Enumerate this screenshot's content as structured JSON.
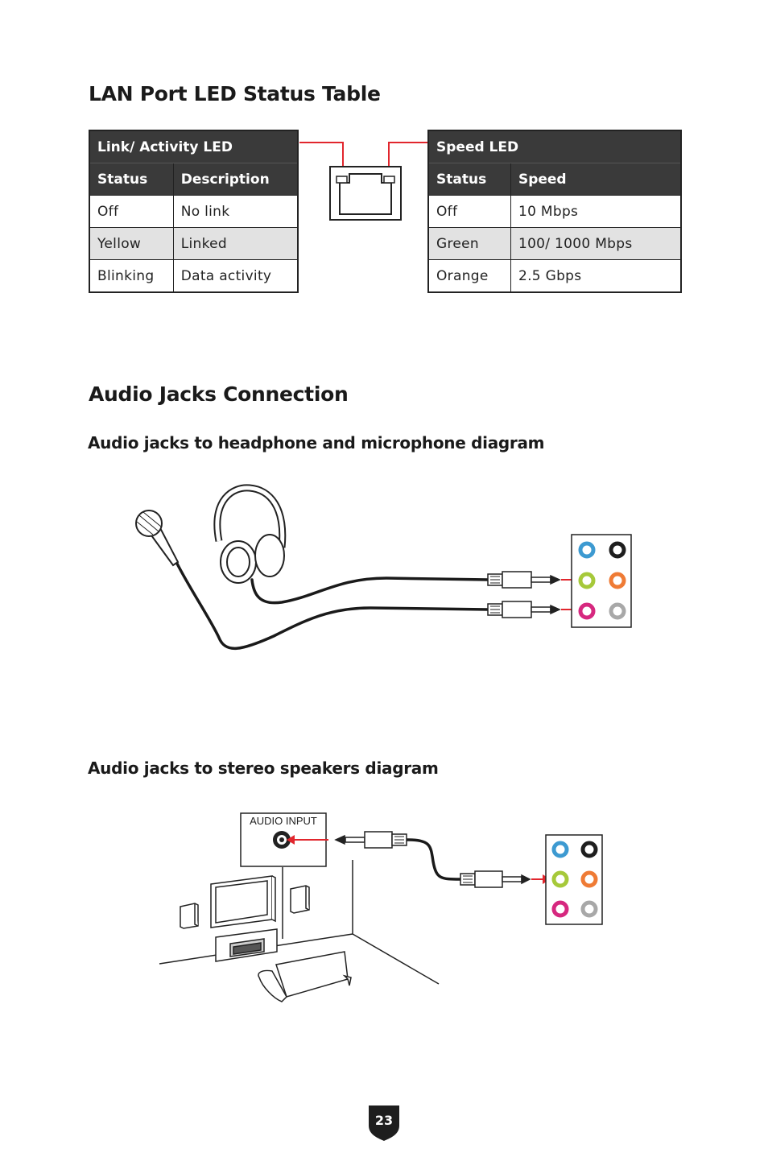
{
  "lan_section": {
    "title": "LAN Port LED Status Table",
    "link_table": {
      "title": "Link/ Activity LED",
      "headers": [
        "Status",
        "Description"
      ],
      "rows": [
        [
          "Off",
          "No link"
        ],
        [
          "Yellow",
          "Linked"
        ],
        [
          "Blinking",
          "Data activity"
        ]
      ]
    },
    "speed_table": {
      "title": "Speed LED",
      "headers": [
        "Status",
        "Speed"
      ],
      "rows": [
        [
          "Off",
          "10 Mbps"
        ],
        [
          "Green",
          "100/ 1000 Mbps"
        ],
        [
          "Orange",
          "2.5 Gbps"
        ]
      ]
    }
  },
  "audio_section": {
    "title": "Audio Jacks Connection",
    "headphone_diagram_title": "Audio jacks to headphone and microphone diagram",
    "speakers_diagram_title": "Audio jacks to stereo speakers diagram",
    "audio_input_label": "AUDIO INPUT"
  },
  "colors": {
    "jack_blue": "#3d9ad1",
    "jack_black": "#1e1e1e",
    "jack_green": "#a6c93a",
    "jack_orange": "#ef7b35",
    "jack_pink": "#d6287f",
    "jack_gray": "#a8a8a8",
    "arrow_red": "#e1262d",
    "header_dark": "#3a3a3a"
  },
  "page_number": "23"
}
